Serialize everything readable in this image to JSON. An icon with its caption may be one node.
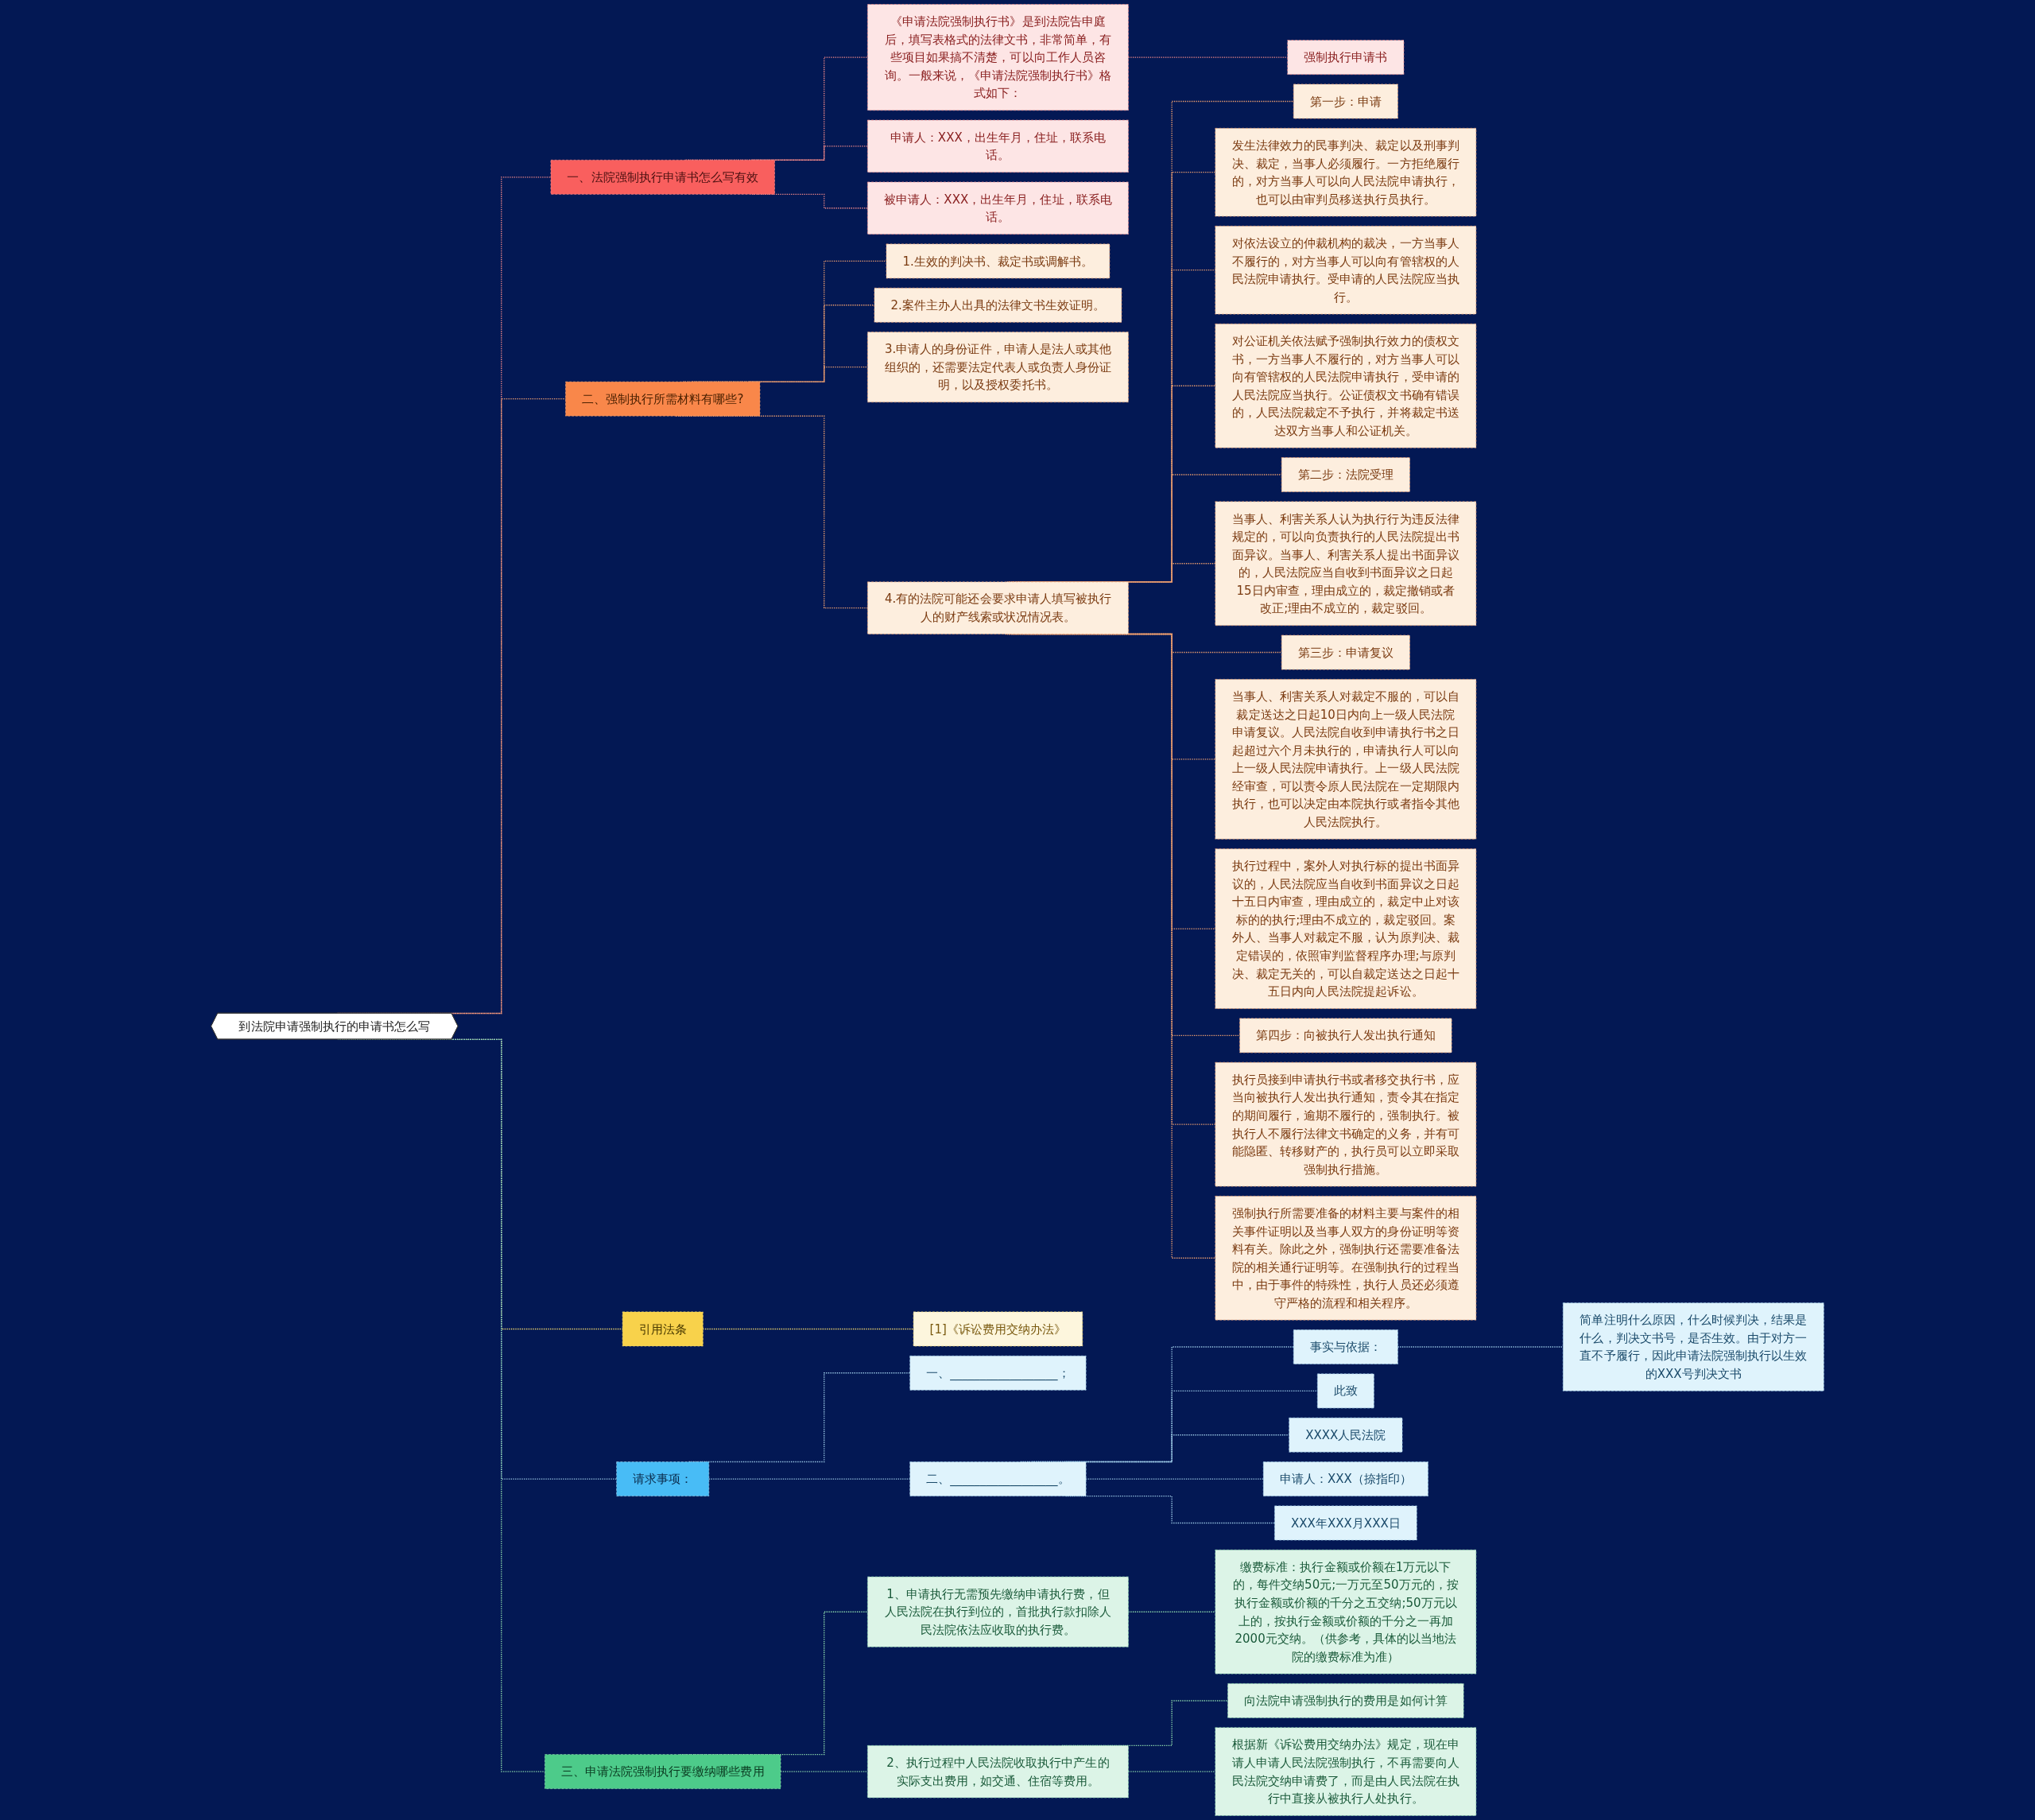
{
  "diagram": {
    "nodes": [
      {
        "text": [
          "到法院申请强制执行的申请书怎么写"
        ]
      },
      {
        "text": [
          "一、法院强制执行申请书怎么写有效"
        ]
      },
      {
        "text": [
          "《申请法院强制执行书》是到法院告申庭后，填写表格式的法律文书，非常简单，有些项目如果搞不清楚，可以向工作人员咨询。一般来说，《申请法院强制执行书》格式如下："
        ]
      },
      {
        "text": [
          "强制执行申请书"
        ]
      },
      {
        "text": [
          "申请人：XXX，出生年月，住址，联系电话。"
        ]
      },
      {
        "text": [
          "被申请人：XXX，出生年月，住址，联系电话。"
        ]
      },
      {
        "text": [
          "二、强制执行所需材料有哪些?"
        ]
      },
      {
        "text": [
          "1.生效的判决书、裁定书或调解书。"
        ]
      },
      {
        "text": [
          "2.案件主办人出具的法律文书生效证明。"
        ]
      },
      {
        "text": [
          "3.申请人的身份证件，申请人是法人或其他组织的，还需要法定代表人或负责人身份证明，以及授权委托书。"
        ]
      },
      {
        "text": [
          "4.有的法院可能还会要求申请人填写被执行人的财产线索或状况情况表。"
        ]
      },
      {
        "text": [
          "第一步：申请"
        ]
      },
      {
        "text": [
          "发生法律效力的民事判决、裁定以及刑事判决、裁定，当事人必须履行。一方拒绝履行的，对方当事人可以向人民法院申请执行，也可以由审判员移送执行员执行。"
        ]
      },
      {
        "text": [
          "对依法设立的仲裁机构的裁决，一方当事人不履行的，对方当事人可以向有管辖权的人民法院申请执行。受申请的人民法院应当执行。"
        ]
      },
      {
        "text": [
          "对公证机关依法赋予强制执行效力的债权文书，一方当事人不履行的，对方当事人可以向有管辖权的人民法院申请执行，受申请的人民法院应当执行。公证债权文书确有错误的，人民法院裁定不予执行，并将裁定书送达双方当事人和公证机关。"
        ]
      },
      {
        "text": [
          "第二步：法院受理"
        ]
      },
      {
        "text": [
          "当事人、利害关系人认为执行行为违反法律规定的，可以向负责执行的人民法院提出书面异议。当事人、利害关系人提出书面异议的，人民法院应当自收到书面异议之日起15日内审查，理由成立的，裁定撤销或者改正;理由不成立的，裁定驳回。"
        ]
      },
      {
        "text": [
          "第三步：申请复议"
        ]
      },
      {
        "text": [
          "当事人、利害关系人对裁定不服的，可以自裁定送达之日起10日内向上一级人民法院申请复议。人民法院自收到申请执行书之日起超过六个月未执行的，申请执行人可以向上一级人民法院申请执行。上一级人民法院经审查，可以责令原人民法院在一定期限内执行，也可以决定由本院执行或者指令其他人民法院执行。"
        ]
      },
      {
        "text": [
          "执行过程中，案外人对执行标的提出书面异议的，人民法院应当自收到书面异议之日起十五日内审查，理由成立的，裁定中止对该标的的执行;理由不成立的，裁定驳回。案外人、当事人对裁定不服，认为原判决、裁定错误的，依照审判监督程序办理;与原判决、裁定无关的，可以自裁定送达之日起十五日内向人民法院提起诉讼。"
        ]
      },
      {
        "text": [
          "第四步：向被执行人发出执行通知"
        ]
      },
      {
        "text": [
          "执行员接到申请执行书或者移交执行书，应当向被执行人发出执行通知，责令其在指定的期间履行，逾期不履行的，强制执行。被执行人不履行法律文书确定的义务，并有可能隐匿、转移财产的，执行员可以立即采取强制执行措施。"
        ]
      },
      {
        "text": [
          "强制执行所需要准备的材料主要与案件的相关事件证明以及当事人双方的身份证明等资料有关。除此之外，强制执行还需要准备法院的相关通行证明等。在强制执行的过程当中，由于事件的特殊性，执行人员还必须遵守严格的流程和相关程序。"
        ]
      },
      {
        "text": [
          "引用法条"
        ]
      },
      {
        "text": [
          "[1]《诉讼费用交纳办法》"
        ]
      },
      {
        "text": [
          "请求事项："
        ]
      },
      {
        "text": [
          "一、__________________；"
        ]
      },
      {
        "text": [
          "二、__________________。"
        ]
      },
      {
        "text": [
          "事实与依据："
        ]
      },
      {
        "text": [
          "简单注明什么原因，什么时候判决，结果是什么，判决文书号，是否生效。由于对方一直不予履行，因此申请法院强制执行以生效的XXX号判决文书"
        ]
      },
      {
        "text": [
          "此致"
        ]
      },
      {
        "text": [
          "XXXX人民法院"
        ]
      },
      {
        "text": [
          "申请人：XXX（捺指印）"
        ]
      },
      {
        "text": [
          "XXX年XXX月XXX日"
        ]
      },
      {
        "text": [
          "三、申请法院强制执行要缴纳哪些费用"
        ]
      },
      {
        "text": [
          "1、申请执行无需预先缴纳申请执行费，但人民法院在执行到位的，首批执行款扣除人民法院依法应收取的执行费。"
        ]
      },
      {
        "text": [
          "缴费标准：执行金额或价额在1万元以下的，每件交纳50元;一万元至50万元的，按执行金额或价额的千分之五交纳;50万元以上的，按执行金额或价额的千分之一再加2000元交纳。（供参考，具体的以当地法院的缴费标准为准）"
        ]
      },
      {
        "text": [
          "2、执行过程中人民法院收取执行中产生的实际支出费用，如交通、住宿等费用。"
        ]
      },
      {
        "text": [
          "向法院申请强制执行的费用是如何计算"
        ]
      },
      {
        "text": [
          "根据新《诉讼费用交纳办法》规定，现在申请人申请人民法院强制执行，不再需要向人民法院交纳申请费了，而是由人民法院在执行中直接从被执行人处执行。"
        ]
      }
    ],
    "edges": [
      {
        "from": 0,
        "to": 1,
        "arrow": "none",
        "style": "dashed",
        "color": "#f58a8a"
      },
      {
        "from": 1,
        "to": 2,
        "arrow": "none",
        "style": "dashed",
        "color": "#f58a8a"
      },
      {
        "from": 2,
        "to": 3,
        "arrow": "none",
        "style": "dashed",
        "color": "#f58a8a"
      },
      {
        "from": 1,
        "to": 4,
        "arrow": "none",
        "style": "dashed",
        "color": "#f58a8a"
      },
      {
        "from": 1,
        "to": 5,
        "arrow": "none",
        "style": "dashed",
        "color": "#f58a8a"
      },
      {
        "from": 0,
        "to": 6,
        "arrow": "none",
        "style": "dashed"
      },
      {
        "from": 6,
        "to": 7,
        "arrow": "none",
        "style": "dashed"
      },
      {
        "from": 6,
        "to": 8,
        "arrow": "none",
        "style": "dashed"
      },
      {
        "from": 6,
        "to": 9,
        "arrow": "none",
        "style": "dashed"
      },
      {
        "from": 6,
        "to": 10,
        "arrow": "none",
        "style": "dashed"
      },
      {
        "from": 10,
        "to": 11,
        "arrow": "none",
        "style": "dashed"
      },
      {
        "from": 10,
        "to": 12,
        "arrow": "none",
        "style": "dashed"
      },
      {
        "from": 10,
        "to": 13,
        "arrow": "none",
        "style": "dashed"
      },
      {
        "from": 10,
        "to": 14,
        "arrow": "none",
        "style": "dashed"
      },
      {
        "from": 10,
        "to": 15,
        "arrow": "none",
        "style": "dashed"
      },
      {
        "from": 10,
        "to": 16,
        "arrow": "none",
        "style": "dashed"
      },
      {
        "from": 10,
        "to": 17,
        "arrow": "none",
        "style": "dashed"
      },
      {
        "from": 10,
        "to": 18,
        "arrow": "none",
        "style": "dashed"
      },
      {
        "from": 10,
        "to": 19,
        "arrow": "none",
        "style": "dashed"
      },
      {
        "from": 10,
        "to": 20,
        "arrow": "none",
        "style": "dashed"
      },
      {
        "from": 10,
        "to": 21,
        "arrow": "none",
        "style": "dashed"
      },
      {
        "from": 10,
        "to": 22,
        "arrow": "none",
        "style": "dashed"
      },
      {
        "from": 0,
        "to": 23,
        "arrow": "none",
        "style": "dashed",
        "color": "#f5d96b"
      },
      {
        "from": 23,
        "to": 24,
        "arrow": "none",
        "style": "dashed",
        "color": "#f5d96b"
      },
      {
        "from": 0,
        "to": 25,
        "arrow": "none",
        "style": "dashed",
        "color": "#9ecbe8"
      },
      {
        "from": 25,
        "to": 26,
        "arrow": "none",
        "style": "dashed",
        "color": "#9ecbe8"
      },
      {
        "from": 25,
        "to": 27,
        "arrow": "none",
        "style": "dashed",
        "color": "#9ecbe8"
      },
      {
        "from": 27,
        "to": 28,
        "arrow": "none",
        "style": "dashed",
        "color": "#9ecbe8"
      },
      {
        "from": 28,
        "to": 29,
        "arrow": "none",
        "style": "dashed",
        "color": "#9ecbe8"
      },
      {
        "from": 27,
        "to": 30,
        "arrow": "none",
        "style": "dashed",
        "color": "#9ecbe8"
      },
      {
        "from": 27,
        "to": 31,
        "arrow": "none",
        "style": "dashed",
        "color": "#9ecbe8"
      },
      {
        "from": 27,
        "to": 32,
        "arrow": "none",
        "style": "dashed",
        "color": "#9ecbe8"
      },
      {
        "from": 27,
        "to": 33,
        "arrow": "none",
        "style": "dashed",
        "color": "#9ecbe8"
      },
      {
        "from": 0,
        "to": 34,
        "arrow": "none",
        "style": "dashed",
        "color": "#8fdcae"
      },
      {
        "from": 34,
        "to": 35,
        "arrow": "none",
        "style": "dashed",
        "color": "#8fdcae"
      },
      {
        "from": 35,
        "to": 36,
        "arrow": "none",
        "style": "dashed",
        "color": "#8fdcae"
      },
      {
        "from": 34,
        "to": 37,
        "arrow": "none",
        "style": "dashed",
        "color": "#8fdcae"
      },
      {
        "from": 37,
        "to": 38,
        "arrow": "none",
        "style": "dashed",
        "color": "#8fdcae"
      },
      {
        "from": 37,
        "to": 39,
        "arrow": "none",
        "style": "dashed",
        "color": "#8fdcae"
      }
    ]
  }
}
